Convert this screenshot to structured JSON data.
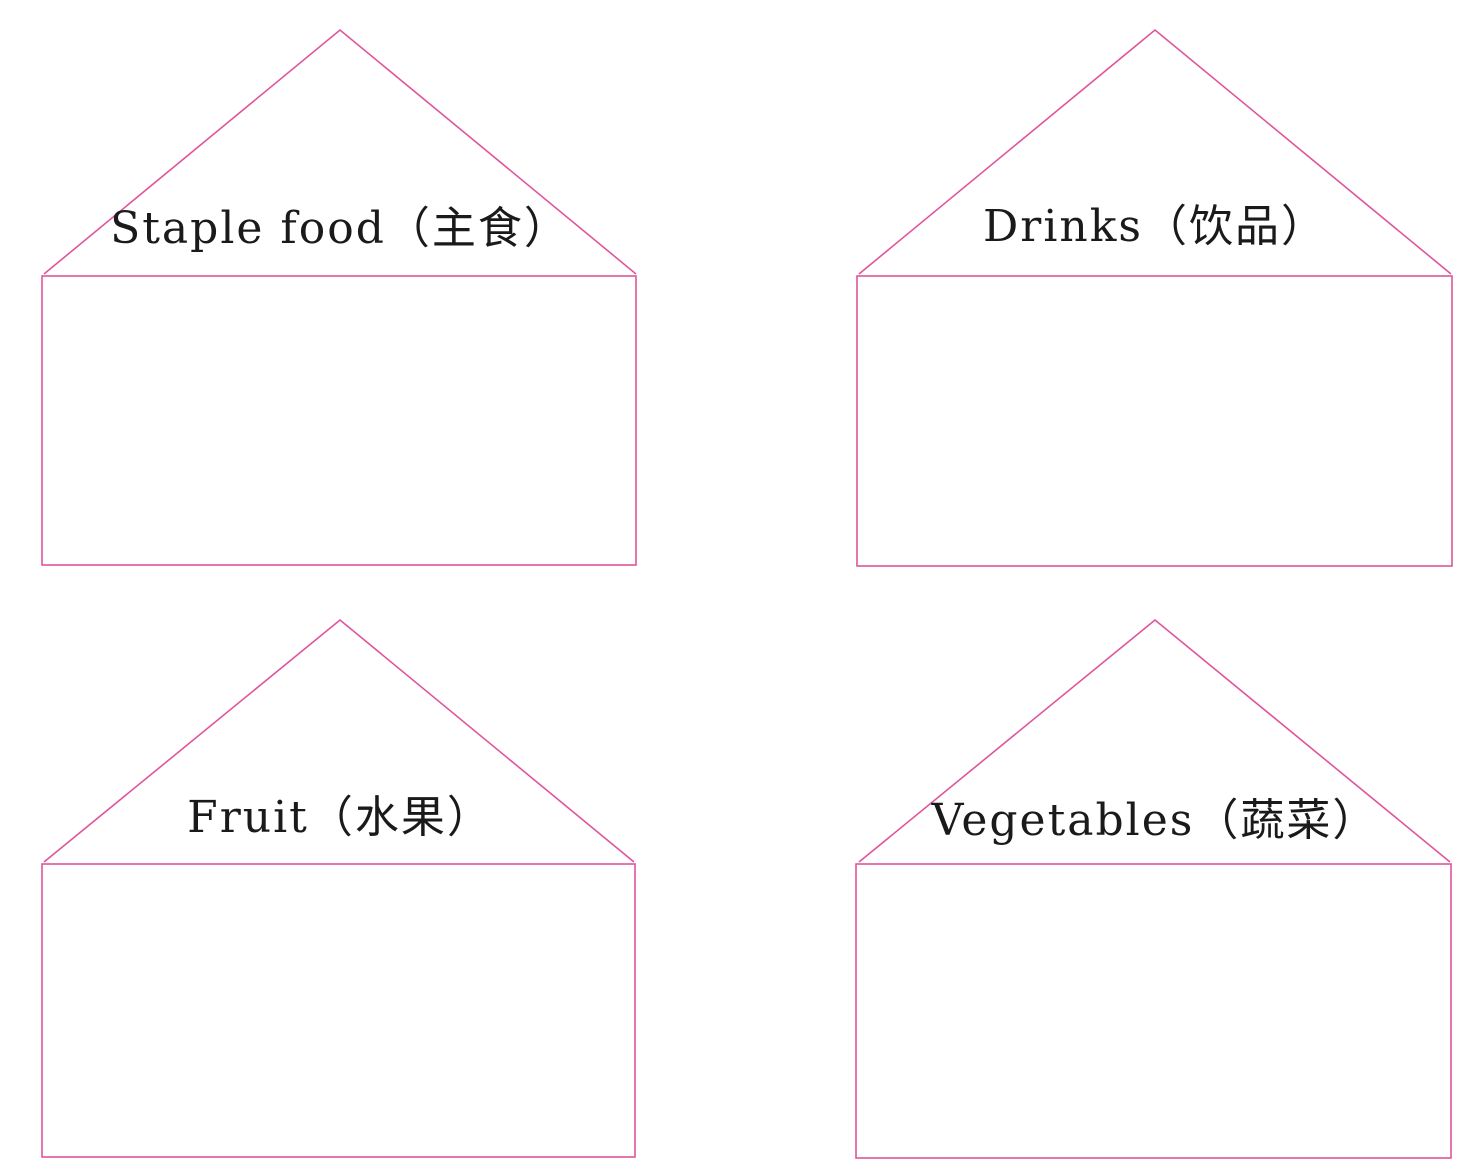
{
  "style": {
    "outline_color": "#e0559a",
    "text_color": "#1a1a1a",
    "background": "#ffffff"
  },
  "houses": [
    {
      "label": "Staple food（主食）"
    },
    {
      "label": "Drinks（饮品）"
    },
    {
      "label": "Fruit（水果）"
    },
    {
      "label": "Vegetables（蔬菜）"
    }
  ]
}
